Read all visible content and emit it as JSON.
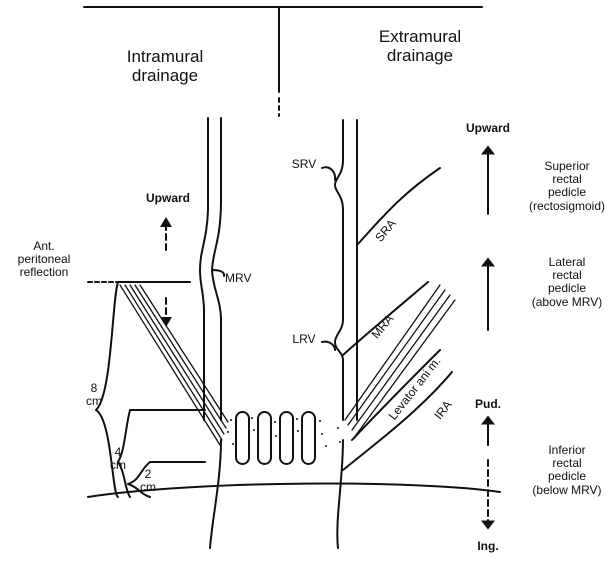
{
  "headers": {
    "intramural": "Intramural\ndrainage",
    "extramural": "Extramural\ndrainage"
  },
  "left_labels": {
    "upward": "Upward",
    "ant_peritoneal": "Ant.\nperitoneal\nreflection",
    "mrv": "MRV",
    "cm8": "8\ncm",
    "cm4": "4\ncm",
    "cm2": "2\ncm"
  },
  "vessel_labels": {
    "srv": "SRV",
    "lrv": "LRV",
    "sra": "SRA",
    "mra": "MRA",
    "levator": "Levator ani m.",
    "ira": "IRA"
  },
  "right_column": {
    "upward": "Upward",
    "superior": "Superior\nrectal\npedicle\n(rectosigmoid)",
    "lateral": "Lateral\nrectal\npedicle\n(above MRV)",
    "pud": "Pud.",
    "inferior": "Inferior\nrectal\npedicle\n(below MRV)",
    "ing": "Ing."
  }
}
